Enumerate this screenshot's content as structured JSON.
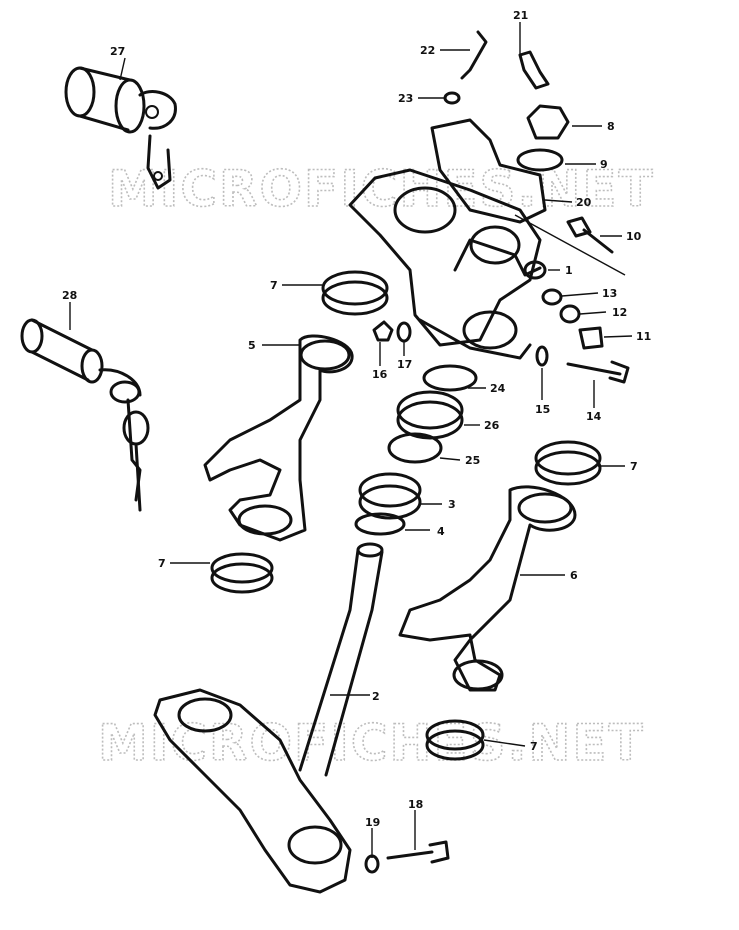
{
  "watermark": {
    "text_top": "MICROFICHES.NET",
    "text_bottom": "MICROFICHES.NET",
    "color": "#bdbdbd"
  },
  "callouts": [
    {
      "id": "p1",
      "label": "1"
    },
    {
      "id": "p2",
      "label": "2"
    },
    {
      "id": "p3",
      "label": "3"
    },
    {
      "id": "p4",
      "label": "4"
    },
    {
      "id": "p5",
      "label": "5"
    },
    {
      "id": "p6",
      "label": "6"
    },
    {
      "id": "p7a",
      "label": "7"
    },
    {
      "id": "p7b",
      "label": "7"
    },
    {
      "id": "p7c",
      "label": "7"
    },
    {
      "id": "p7d",
      "label": "7"
    },
    {
      "id": "p8",
      "label": "8"
    },
    {
      "id": "p9",
      "label": "9"
    },
    {
      "id": "p10",
      "label": "10"
    },
    {
      "id": "p11",
      "label": "11"
    },
    {
      "id": "p12",
      "label": "12"
    },
    {
      "id": "p13",
      "label": "13"
    },
    {
      "id": "p14",
      "label": "14"
    },
    {
      "id": "p15",
      "label": "15"
    },
    {
      "id": "p16",
      "label": "16"
    },
    {
      "id": "p17",
      "label": "17"
    },
    {
      "id": "p18",
      "label": "18"
    },
    {
      "id": "p19",
      "label": "19"
    },
    {
      "id": "p20",
      "label": "20"
    },
    {
      "id": "p21",
      "label": "21"
    },
    {
      "id": "p22",
      "label": "22"
    },
    {
      "id": "p23",
      "label": "23"
    },
    {
      "id": "p24",
      "label": "24"
    },
    {
      "id": "p25",
      "label": "25"
    },
    {
      "id": "p26",
      "label": "26"
    },
    {
      "id": "p27",
      "label": "27"
    },
    {
      "id": "p28",
      "label": "28"
    }
  ]
}
